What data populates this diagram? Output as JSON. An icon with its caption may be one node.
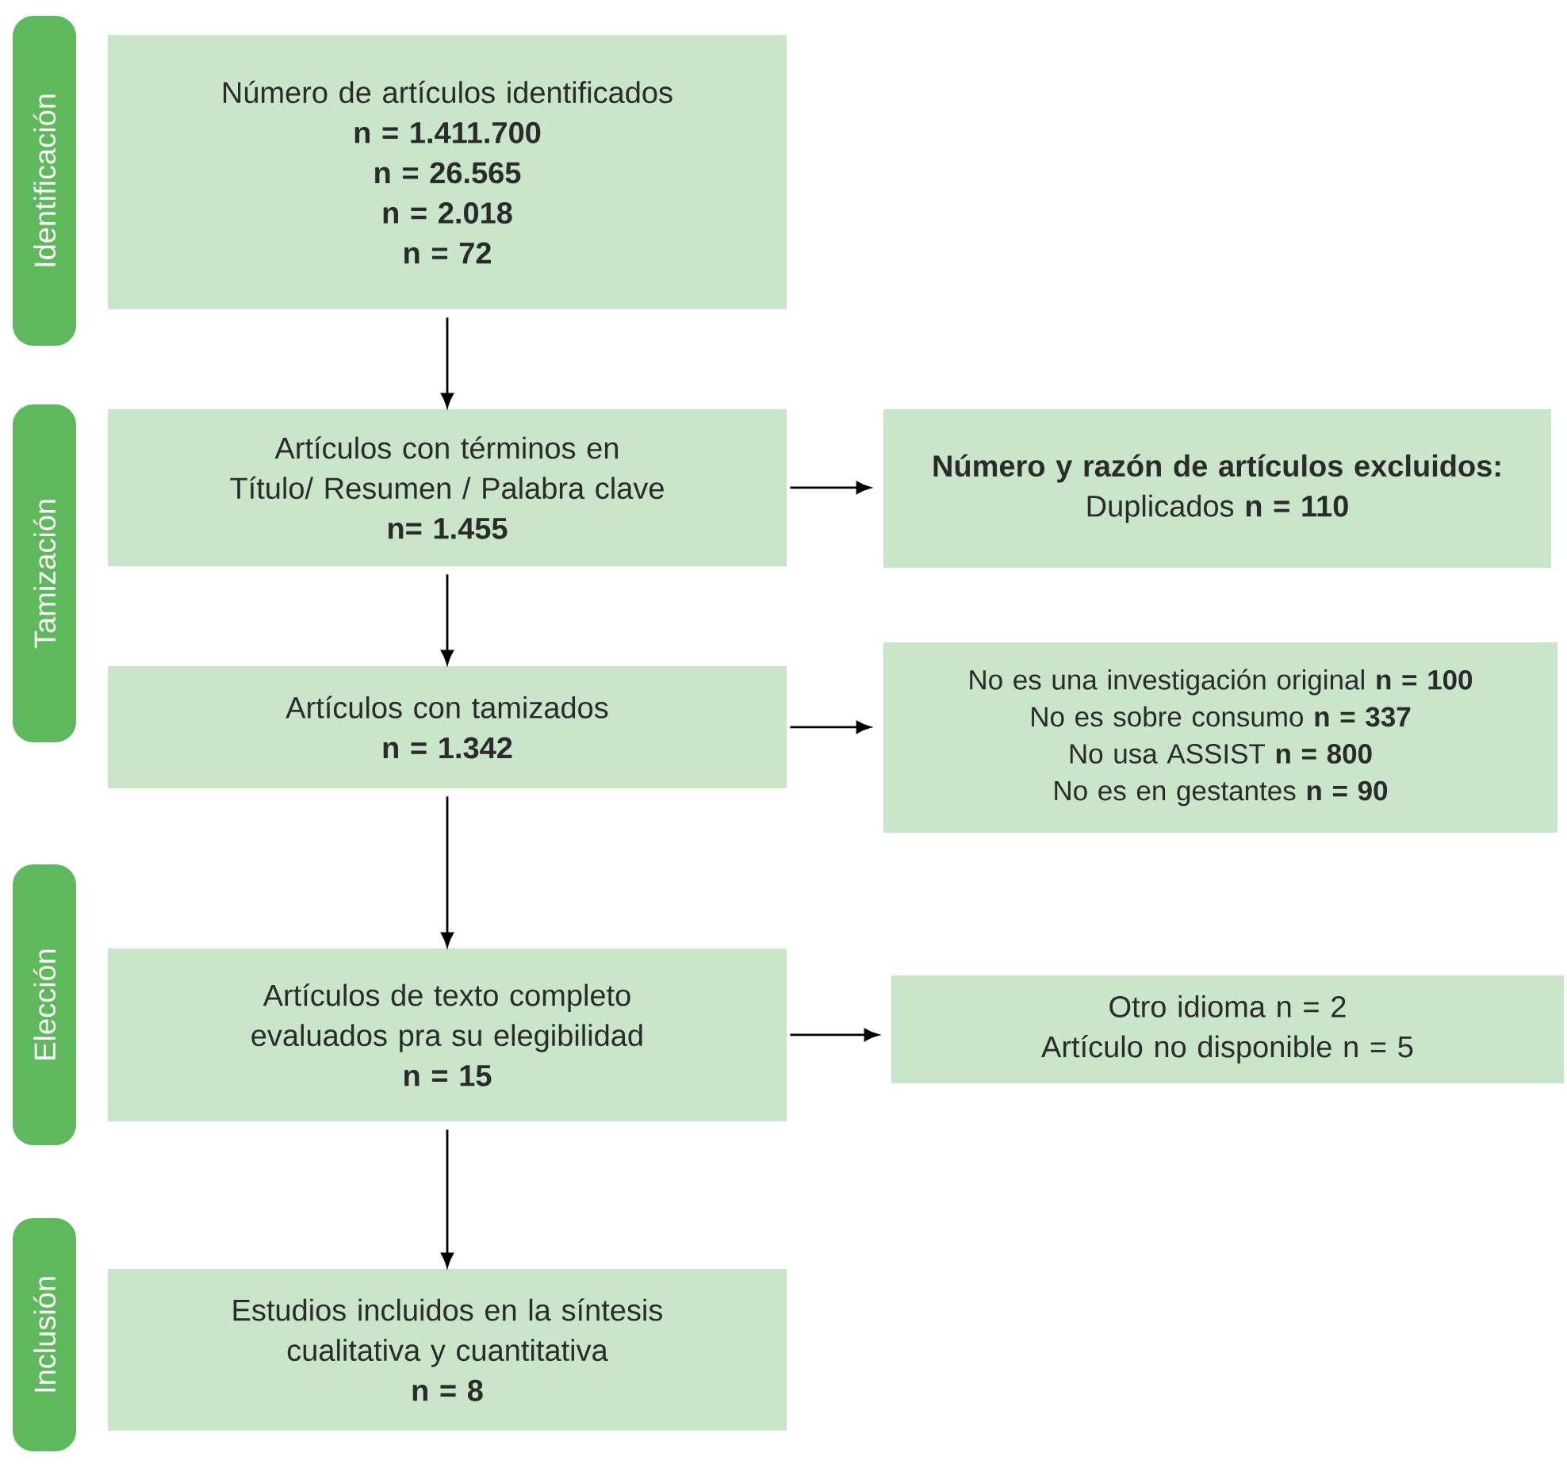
{
  "diagram": {
    "nodes": [
      {
        "text": [
          "Identificación"
        ]
      },
      {
        "text": [
          "Número de artículos identificados",
          "n = 1.411.700",
          "n = 26.565",
          "n = 2.018",
          "n = 72"
        ]
      },
      {
        "text": [
          "Tamización"
        ]
      },
      {
        "text": [
          "Artículos con términos en Título/ Resumen / Palabra clave",
          "n= 1.455"
        ]
      },
      {
        "text": [
          "Número y razón de artículos excluidos:",
          "Duplicados **n = 110**"
        ]
      },
      {
        "text": [
          "Artículos con tamizados",
          "n = 1.342"
        ]
      },
      {
        "text": [
          "No es una investigación original **n = 100**",
          "No es sobre consumo **n = 337**",
          "No usa ASSIST **n = 800**",
          "No es en gestantes **n = 90**"
        ]
      },
      {
        "text": [
          "Elección"
        ]
      },
      {
        "text": [
          "Artículos de texto completo evaluados pra su elegibilidad",
          "n = 15"
        ]
      },
      {
        "text": [
          "Otro idioma n = 2",
          "Artículo no disponible n = 5"
        ]
      },
      {
        "text": [
          "Inclusión"
        ]
      },
      {
        "text": [
          "Estudios incluidos en la síntesis cualitativa y cuantitativa",
          "n = 8"
        ]
      }
    ],
    "edges": [
      {
        "from": 1,
        "to": 3,
        "arrow": "to"
      },
      {
        "from": 3,
        "to": 4,
        "arrow": "to"
      },
      {
        "from": 3,
        "to": 5,
        "arrow": "to"
      },
      {
        "from": 5,
        "to": 6,
        "arrow": "to"
      },
      {
        "from": 5,
        "to": 8,
        "arrow": "to"
      },
      {
        "from": 8,
        "to": 9,
        "arrow": "to"
      },
      {
        "from": 8,
        "to": 11,
        "arrow": "to"
      }
    ]
  }
}
